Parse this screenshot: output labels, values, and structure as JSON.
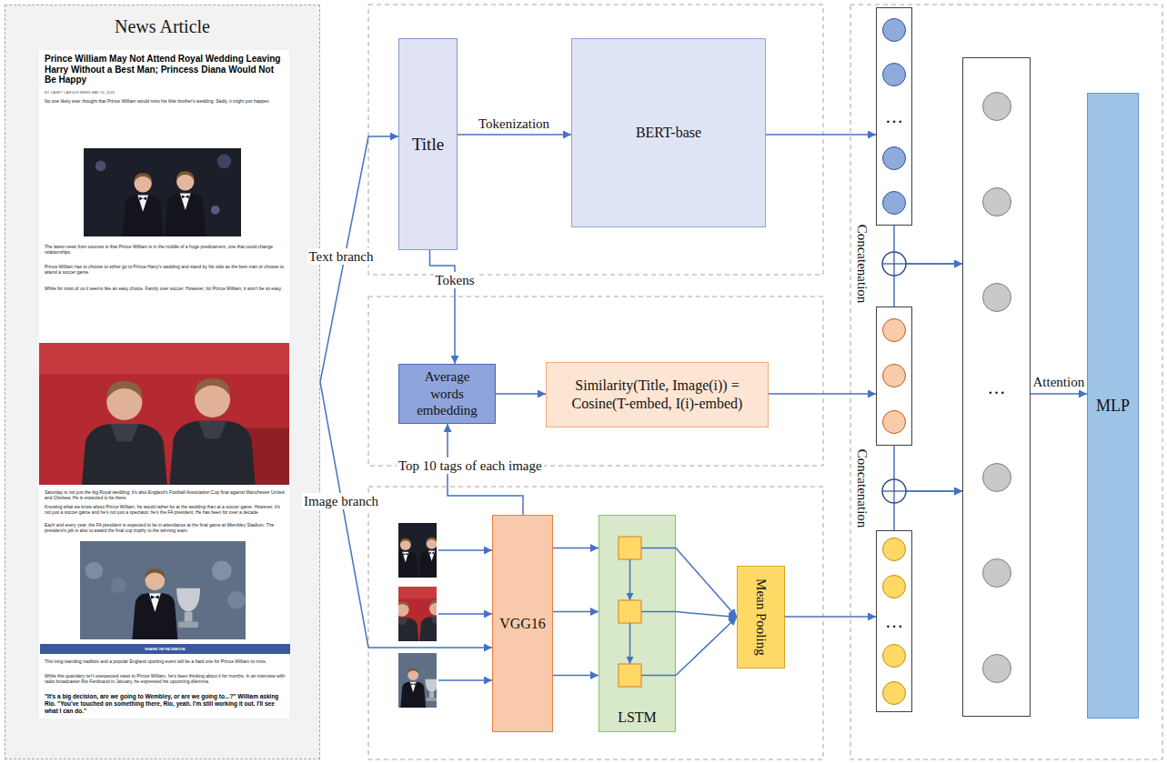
{
  "diagram": {
    "nodes": [
      {
        "text": [
          "News Article"
        ]
      },
      {
        "text": [
          "Prince William May Not Attend Royal Wedding Leaving Harry Without a Best Man; Princess Diana Would Not Be Happy",
          "BY CASEY CARGLE NEWS MAY 14, 2018",
          "No one likely ever thought that Prince William would miss his little brother's wedding. Sadly, it might just happen.",
          "The latest news from sources is that Prince William is in the middle of a huge predicament, one that could change relationships.",
          "Prince William has to choose to either go to Prince Harry's wedding and stand by his side as the best man or choose to attend a soccer game.",
          "While for most of us it seems like an easy choice. Family over soccer. However, for Prince William, it won't be so easy.",
          "Saturday is not just the big Royal wedding; it's also England's Football Association Cup final against Manchester United and Chelsea. He is expected to be there.",
          "Knowing what we know about Prince William, he would rather be at the wedding than at a soccer game. However, it's not just a soccer game and he's not just a spectator, he's the FA president. He has been for over a decade.",
          "Each and every year, the FA president is expected to be in attendance at the final game at Wembley Stadium. The president's job is also to award the final cup trophy to the winning team.",
          "SHARE ON FACEBOOK",
          "This long-standing tradition and a popular England sporting event will be a hard one for Prince William to miss.",
          "While this quandary isn't unexpected news to Prince William, he's been thinking about it for months. In an interview with radio broadcaster Rio Ferdinand in January, he expressed his upcoming dilemma.",
          "\"It's a big decision, are we going to Wembley, or are we going to...?\" William asking Rio. \"You've touched on something there, Rio, yeah. I'm still working it out. I'll see what I can do.\""
        ],
        "in": 0
      },
      {
        "text": [
          "Title"
        ]
      },
      {
        "text": [
          "BERT-base"
        ]
      },
      {
        "text": [
          "Average words embedding"
        ]
      },
      {
        "text": [
          "Similarity(Title, Image(i)) = Cosine(T-embed, I(i)-embed)"
        ]
      },
      {
        "text": [
          "VGG16"
        ]
      },
      {
        "text": [
          "LSTM"
        ]
      },
      {
        "text": [
          "Mean Pooling"
        ]
      },
      {
        "text": [
          "…"
        ]
      },
      {
        "text": []
      },
      {
        "text": [
          "…"
        ]
      },
      {
        "text": [
          "…"
        ]
      },
      {
        "text": [
          "MLP"
        ]
      }
    ],
    "edges": [
      {
        "from": 0,
        "to": 2,
        "arrow": "to",
        "label": "Text branch"
      },
      {
        "from": 0,
        "to": 6,
        "arrow": "to",
        "label": "Image branch"
      },
      {
        "from": 2,
        "to": 3,
        "arrow": "to",
        "label": "Tokenization"
      },
      {
        "from": 2,
        "to": 4,
        "arrow": "to",
        "label": "Tokens"
      },
      {
        "from": 6,
        "to": 4,
        "arrow": "to",
        "label": "Top 10 tags of each image"
      },
      {
        "from": 4,
        "to": 5,
        "arrow": "to"
      },
      {
        "from": 3,
        "to": 9,
        "arrow": "to"
      },
      {
        "from": 5,
        "to": 10,
        "arrow": "to"
      },
      {
        "from": 6,
        "to": 7,
        "arrow": "to"
      },
      {
        "from": 6,
        "to": 7,
        "arrow": "to"
      },
      {
        "from": 6,
        "to": 7,
        "arrow": "to"
      },
      {
        "from": 7,
        "to": 8,
        "arrow": "to"
      },
      {
        "from": 7,
        "to": 8,
        "arrow": "to"
      },
      {
        "from": 7,
        "to": 8,
        "arrow": "to"
      },
      {
        "from": 8,
        "to": 11,
        "arrow": "to"
      },
      {
        "from": 9,
        "to": 12,
        "arrow": "to"
      },
      {
        "from": 10,
        "to": 12,
        "arrow": "to"
      },
      {
        "from": 10,
        "to": 12,
        "arrow": "to"
      },
      {
        "from": 11,
        "to": 12,
        "arrow": "to"
      },
      {
        "from": 12,
        "to": 13,
        "arrow": "to",
        "label": "Attention"
      }
    ],
    "labels": [
      "Concatenation",
      "Concatenation"
    ]
  }
}
